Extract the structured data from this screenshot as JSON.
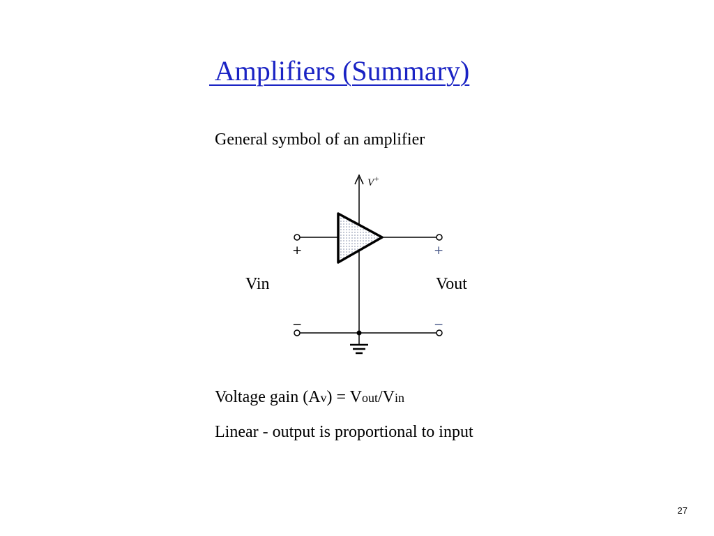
{
  "slide": {
    "title": " Amplifiers (Summary)",
    "subtitle": "General symbol of an amplifier",
    "gain": {
      "prefix": "Voltage gain (A",
      "v_sub": "v",
      "mid": ") = V",
      "out_sub": "out",
      "slash": "/V",
      "in_sub": "in"
    },
    "linear_text": "Linear - output is proportional to input",
    "page_number": "27"
  },
  "diagram": {
    "supply_label": "V",
    "supply_sup": "+",
    "vin_label": "Vin",
    "vout_label": "Vout",
    "plus_sign": "+",
    "minus_sign": "−"
  }
}
